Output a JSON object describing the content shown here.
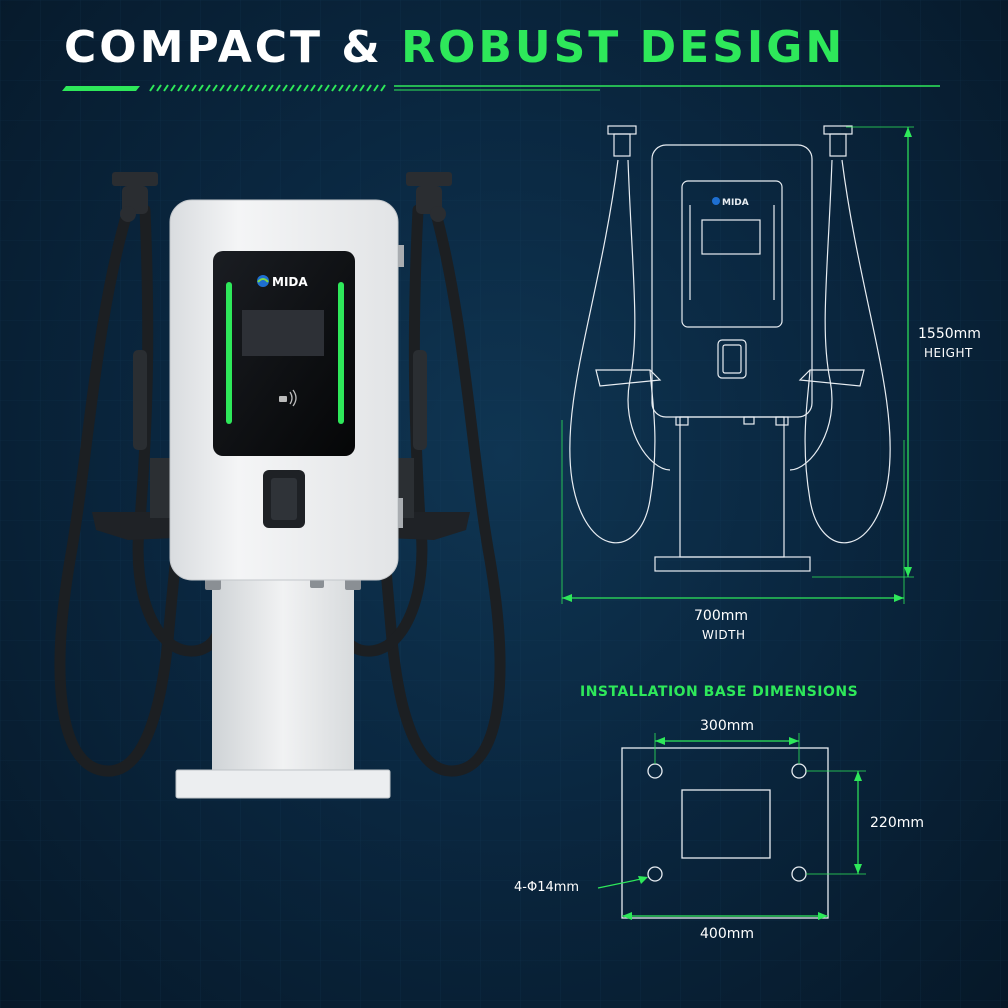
{
  "title": {
    "part1": "COMPACT & ",
    "part2": "ROBUST DESIGN"
  },
  "colors": {
    "accent": "#2ee85a",
    "background": "#0a2740",
    "line": "#e8edf2"
  },
  "charger": {
    "logo_text": "MIDA",
    "logo_text_outline": "MIDA"
  },
  "dimensions": {
    "height_value": "1550mm",
    "height_label": "HEIGHT",
    "width_value": "700mm",
    "width_label": "WIDTH"
  },
  "installation_base": {
    "heading": "INSTALLATION BASE DIMENSIONS",
    "hole_spacing_width": "300mm",
    "hole_spacing_height": "220mm",
    "base_width": "400mm",
    "hole_spec": "4-Φ14mm"
  }
}
